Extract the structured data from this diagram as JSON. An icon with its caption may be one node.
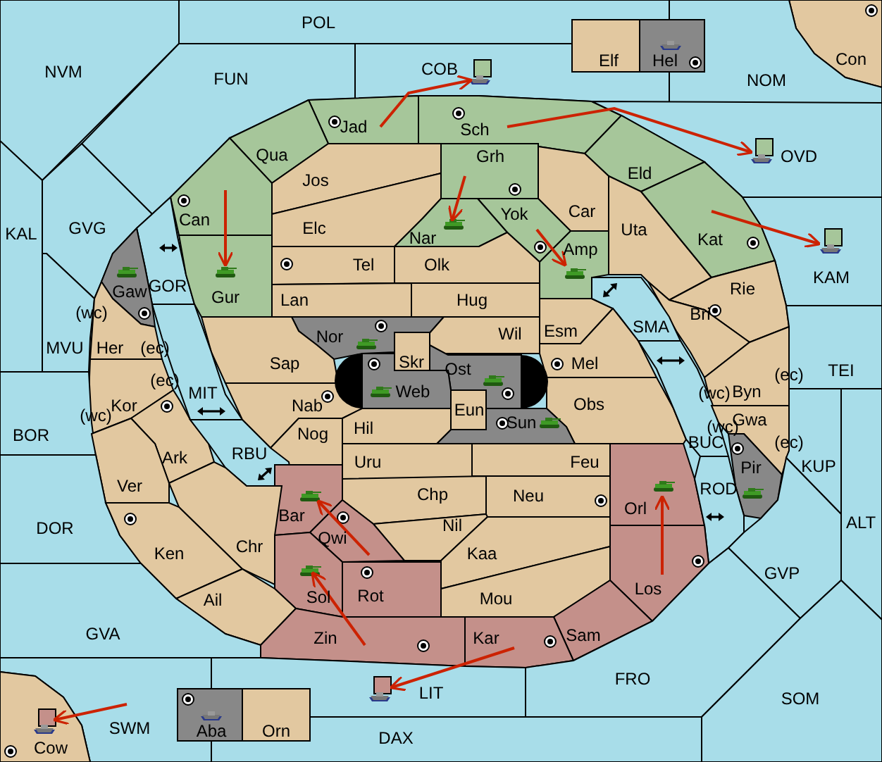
{
  "diagram": {
    "nodes": [
      {
        "text": [
          "NVM"
        ]
      },
      {
        "text": [
          "POL"
        ]
      },
      {
        "text": [
          "Elf"
        ]
      },
      {
        "text": [
          "Hel"
        ]
      },
      {
        "text": [
          "Con"
        ]
      },
      {
        "text": [
          "FUN"
        ]
      },
      {
        "text": [
          "COB"
        ]
      },
      {
        "text": [
          "NOM"
        ]
      },
      {
        "text": [
          "Jad"
        ]
      },
      {
        "text": [
          "Sch"
        ]
      },
      {
        "text": [
          "Qua"
        ]
      },
      {
        "text": [
          "Grh"
        ]
      },
      {
        "text": [
          "OVD"
        ]
      },
      {
        "text": [
          "Jos"
        ]
      },
      {
        "text": [
          "Eld"
        ]
      },
      {
        "text": [
          "Car"
        ]
      },
      {
        "text": [
          "Can"
        ]
      },
      {
        "text": [
          "Yok"
        ]
      },
      {
        "text": [
          "Uta"
        ]
      },
      {
        "text": [
          "KAL"
        ]
      },
      {
        "text": [
          "GVG"
        ]
      },
      {
        "text": [
          "Elc"
        ]
      },
      {
        "text": [
          "Nar"
        ]
      },
      {
        "text": [
          "Kat"
        ]
      },
      {
        "text": [
          "GOR"
        ]
      },
      {
        "text": [
          "Tel"
        ]
      },
      {
        "text": [
          "Olk"
        ]
      },
      {
        "text": [
          "Amp"
        ]
      },
      {
        "text": [
          "Gur"
        ]
      },
      {
        "text": [
          "KAM"
        ]
      },
      {
        "text": [
          "Lan"
        ]
      },
      {
        "text": [
          "Hug"
        ]
      },
      {
        "text": [
          "Rie"
        ]
      },
      {
        "text": [
          "Gaw"
        ]
      },
      {
        "text": [
          "Nor"
        ]
      },
      {
        "text": [
          "Sap"
        ]
      },
      {
        "text": [
          "Esm"
        ]
      },
      {
        "text": [
          "Wil"
        ]
      },
      {
        "text": [
          "Bri"
        ]
      },
      {
        "text": [
          "SMA"
        ]
      },
      {
        "text": [
          "MVU"
        ]
      },
      {
        "text": [
          "Her"
        ]
      },
      {
        "text": [
          "Skr"
        ]
      },
      {
        "text": [
          "TEI"
        ]
      },
      {
        "text": [
          "Ost"
        ]
      },
      {
        "text": [
          "Mel"
        ]
      },
      {
        "text": [
          "Byn"
        ]
      },
      {
        "text": [
          "Web"
        ]
      },
      {
        "text": [
          "MIT"
        ]
      },
      {
        "text": [
          "Kor"
        ]
      },
      {
        "text": [
          "Nab"
        ]
      },
      {
        "text": [
          "BOR"
        ]
      },
      {
        "text": [
          "Obs"
        ]
      },
      {
        "text": [
          "Sun"
        ]
      },
      {
        "text": [
          "Hil"
        ]
      },
      {
        "text": [
          "Eun"
        ]
      },
      {
        "text": [
          "Nog"
        ]
      },
      {
        "text": [
          "BUC"
        ]
      },
      {
        "text": [
          "Gwa"
        ]
      },
      {
        "text": [
          "KUP"
        ]
      },
      {
        "text": [
          "Ark"
        ]
      },
      {
        "text": [
          "Uru"
        ]
      },
      {
        "text": [
          "Feu"
        ]
      },
      {
        "text": [
          "RBU"
        ]
      },
      {
        "text": [
          "Pir"
        ]
      },
      {
        "text": [
          "Ver"
        ]
      },
      {
        "text": [
          "Chp"
        ]
      },
      {
        "text": [
          "Neu"
        ]
      },
      {
        "text": [
          "Orl"
        ]
      },
      {
        "text": [
          "ROD"
        ]
      },
      {
        "text": [
          "Bar"
        ]
      },
      {
        "text": [
          "Nil"
        ]
      },
      {
        "text": [
          "DOR"
        ]
      },
      {
        "text": [
          "Qwi"
        ]
      },
      {
        "text": [
          "ALT"
        ]
      },
      {
        "text": [
          "Chr"
        ]
      },
      {
        "text": [
          "Ken"
        ]
      },
      {
        "text": [
          "Kaa"
        ]
      },
      {
        "text": [
          "GVP"
        ]
      },
      {
        "text": [
          "Los"
        ]
      },
      {
        "text": [
          "Rot"
        ]
      },
      {
        "text": [
          "Sol"
        ]
      },
      {
        "text": [
          "Mou"
        ]
      },
      {
        "text": [
          "Ail"
        ]
      },
      {
        "text": [
          "Sam"
        ]
      },
      {
        "text": [
          "GVA"
        ]
      },
      {
        "text": [
          "Kar"
        ]
      },
      {
        "text": [
          "Zin"
        ]
      },
      {
        "text": [
          "FRO"
        ]
      },
      {
        "text": [
          "LIT"
        ]
      },
      {
        "text": [
          "SOM"
        ]
      },
      {
        "text": [
          "Aba"
        ]
      },
      {
        "text": [
          "Orn"
        ]
      },
      {
        "text": [
          "SWM"
        ]
      },
      {
        "text": [
          "DAX"
        ]
      },
      {
        "text": [
          "Cow"
        ]
      }
    ],
    "edges": [
      {
        "from": 8,
        "to": 6,
        "arrow": "to"
      },
      {
        "from": 9,
        "to": 12,
        "arrow": "to"
      },
      {
        "from": 23,
        "to": 29,
        "arrow": "to"
      },
      {
        "from": 16,
        "to": 28,
        "arrow": "to"
      },
      {
        "from": 11,
        "to": 22,
        "arrow": "to"
      },
      {
        "from": 17,
        "to": 27,
        "arrow": "to"
      },
      {
        "from": 79,
        "to": 68,
        "arrow": "to"
      },
      {
        "from": 73,
        "to": 70,
        "arrow": "to"
      },
      {
        "from": 87,
        "to": 81,
        "arrow": "to"
      },
      {
        "from": 86,
        "to": 89,
        "arrow": "to"
      },
      {
        "from": 93,
        "to": 95,
        "arrow": "to"
      }
    ],
    "labels": [
      "(wc)",
      "(ec)",
      "(ec)",
      "(ec)",
      "(wc)",
      "(wc)",
      "(wc)",
      "(ec)"
    ]
  }
}
